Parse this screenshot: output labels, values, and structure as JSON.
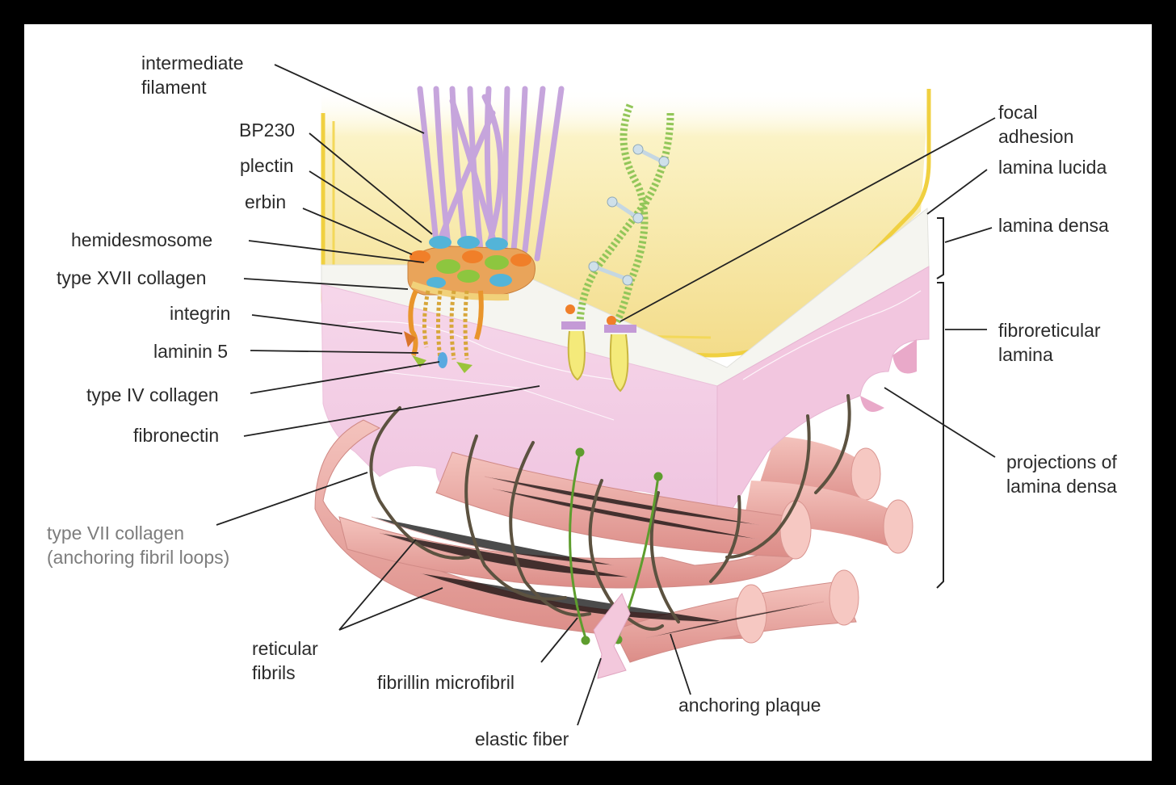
{
  "colors": {
    "frame": "#000000",
    "background": "#ffffff",
    "cell": "#f7ecab",
    "cell_border": "#f0d24a",
    "lamina_lucida": "#f4f4f0",
    "lamina_densa": "#f4cfe6",
    "reticular_fibril": "#eba8a2",
    "anchoring_fibril": "#5c5240",
    "intermediate_filament": "#c6a5dc",
    "fibrillin": "#5e9d2e",
    "leader": "#222222"
  },
  "labels": {
    "intermediate_filament": "intermediate\nfilament",
    "bp230": "BP230",
    "plectin": "plectin",
    "erbin": "erbin",
    "hemidesmosome": "hemidesmosome",
    "type_xvii_collagen": "type XVII collagen",
    "integrin": "integrin",
    "laminin_5": "laminin 5",
    "type_iv_collagen": "type IV collagen",
    "fibronectin": "fibronectin",
    "type_vii_collagen": "type VII collagen\n(anchoring fibril loops)",
    "reticular_fibrils": "reticular\nfibrils",
    "fibrillin_microfibril": "fibrillin microfibril",
    "elastic_fiber": "elastic fiber",
    "anchoring_plaque": "anchoring plaque",
    "focal_adhesion": "focal\nadhesion",
    "lamina_lucida": "lamina lucida",
    "lamina_densa": "lamina densa",
    "fibroreticular_lamina": "fibroreticular\nlamina",
    "projections_of_lamina_densa": "projections of\nlamina densa"
  }
}
